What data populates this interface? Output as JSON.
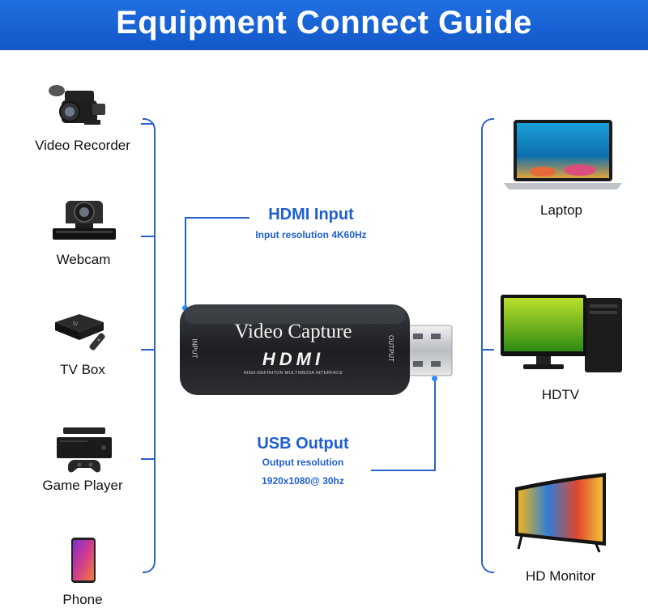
{
  "banner": {
    "title": "Equipment Connect Guide"
  },
  "inputs": [
    {
      "label": "Video Recorder",
      "icon": "video-recorder-icon"
    },
    {
      "label": "Webcam",
      "icon": "webcam-icon"
    },
    {
      "label": "TV Box",
      "icon": "tv-box-icon"
    },
    {
      "label": "Game Player",
      "icon": "game-console-icon"
    },
    {
      "label": "Phone",
      "icon": "phone-icon"
    }
  ],
  "outputs": [
    {
      "label": "Laptop",
      "icon": "laptop-icon"
    },
    {
      "label": "HDTV",
      "icon": "desktop-pc-icon"
    },
    {
      "label": "HD Monitor",
      "icon": "curved-monitor-icon"
    }
  ],
  "hdmi_input": {
    "title": "HDMI Input",
    "subtitle": "Input resolution 4K60Hz"
  },
  "usb_output": {
    "title": "USB Output",
    "line1": "Output resolution",
    "line2": "1920x1080@ 30hz"
  },
  "device": {
    "name": "Video Capture",
    "brand": "HDMI",
    "tagline": "HIGH-DEFINITON MULTIMEDIA INTERFACE",
    "input_label": "INPUT",
    "output_label": "OUTPUT"
  },
  "colors": {
    "banner": "#1a63d6",
    "accent": "#1f5fd1",
    "line": "#2a62c9"
  }
}
